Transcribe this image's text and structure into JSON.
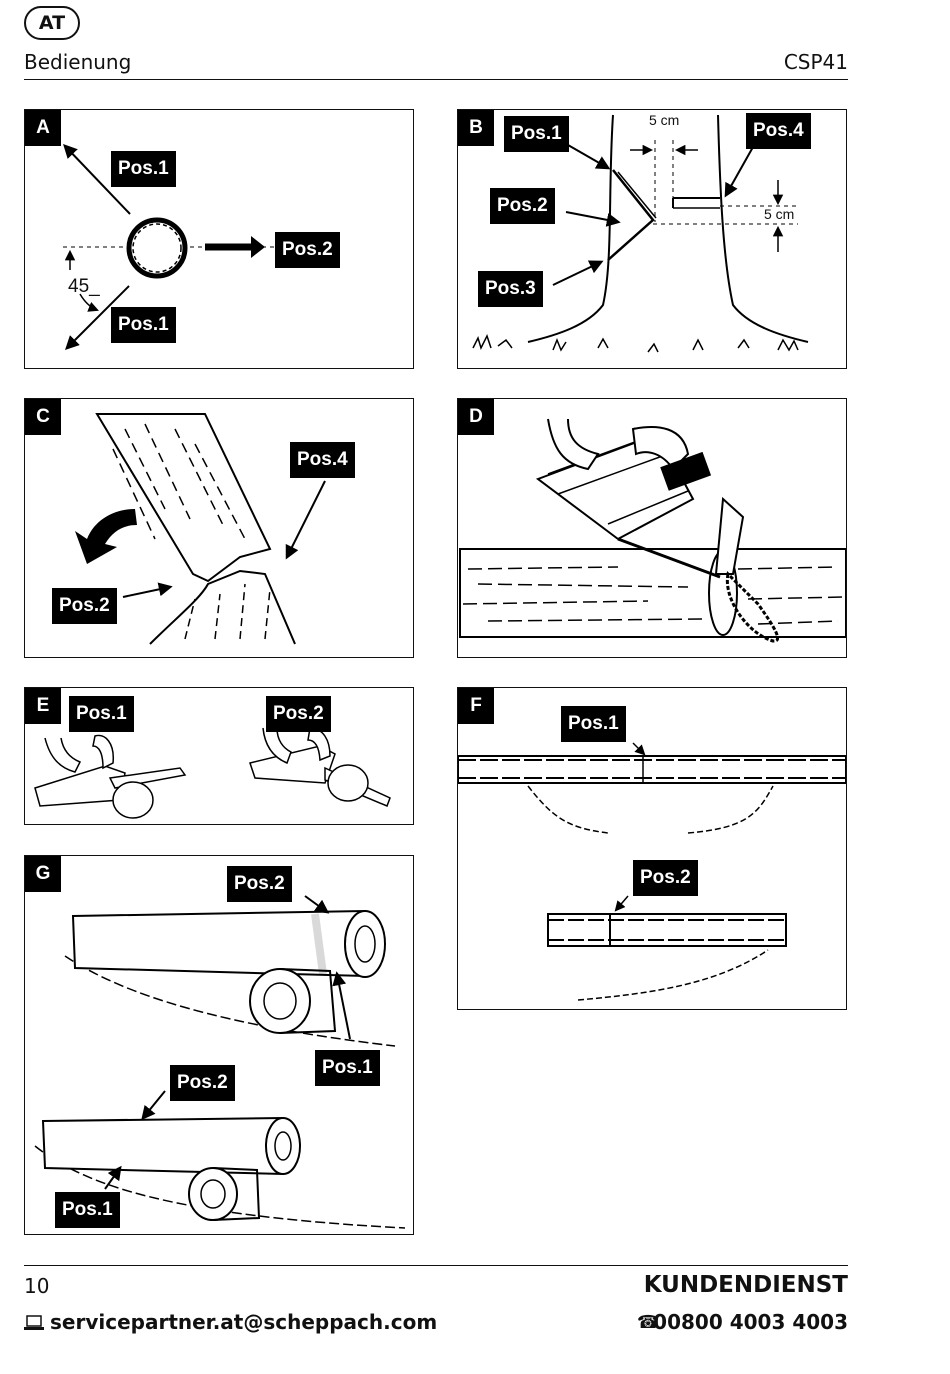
{
  "header": {
    "country": "AT",
    "section": "Bedienung",
    "model": "CSP41"
  },
  "panels": {
    "A": {
      "label": "A",
      "pos1_top": "Pos.1",
      "pos2": "Pos.2",
      "pos1_bottom": "Pos.1",
      "angle": "45_"
    },
    "B": {
      "label": "B",
      "pos1": "Pos.1",
      "pos2": "Pos.2",
      "pos3": "Pos.3",
      "pos4": "Pos.4",
      "dim_top": "5 cm",
      "dim_right": "5 cm"
    },
    "C": {
      "label": "C",
      "pos4": "Pos.4",
      "pos2": "Pos.2"
    },
    "D": {
      "label": "D"
    },
    "E": {
      "label": "E",
      "pos1": "Pos.1",
      "pos2": "Pos.2"
    },
    "F": {
      "label": "F",
      "pos1": "Pos.1",
      "pos2": "Pos.2"
    },
    "G": {
      "label": "G",
      "pos2_top": "Pos.2",
      "pos1_top": "Pos.1",
      "pos2_bottom": "Pos.2",
      "pos1_bottom": "Pos.1"
    }
  },
  "footer": {
    "page_number": "10",
    "service_title": "KUNDENDIENST",
    "email": "servicepartner.at@scheppach.com",
    "phone": "00800 4003 4003",
    "email_icon": "laptop-icon",
    "phone_icon": "telephone-icon"
  }
}
